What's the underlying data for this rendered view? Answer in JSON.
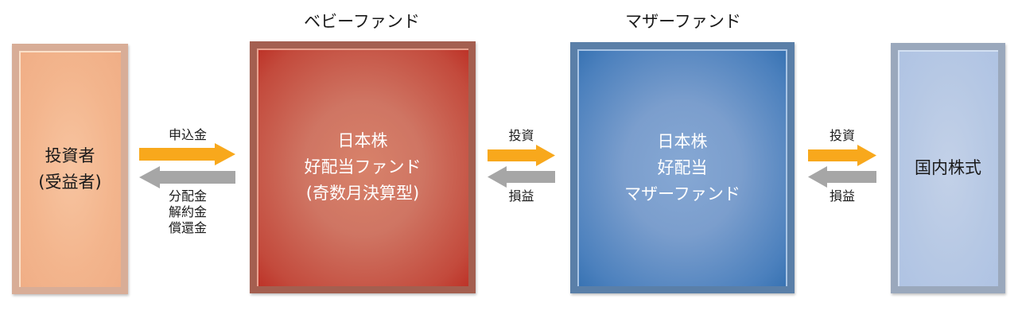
{
  "headers": {
    "baby_fund": "ベビーファンド",
    "mother_fund": "マザーファンド"
  },
  "boxes": {
    "investor": {
      "label": "投資者\n(受益者)",
      "color": "#f3b58d"
    },
    "baby_fund": {
      "label": "日本株\n好配当ファンド\n(奇数月決算型)",
      "color": "#c34a3c"
    },
    "mother_fund": {
      "label": "日本株\n好配当\nマザーファンド",
      "color": "#4b80bd"
    },
    "domestic_stocks": {
      "label": "国内株式",
      "color": "#b6c8e4"
    }
  },
  "flows": [
    {
      "from": "investor",
      "to": "baby_fund",
      "forward_label": "申込金",
      "backward_label": "分配金\n解約金\n償還金"
    },
    {
      "from": "baby_fund",
      "to": "mother_fund",
      "forward_label": "投資",
      "backward_label": "損益"
    },
    {
      "from": "mother_fund",
      "to": "domestic_stocks",
      "forward_label": "投資",
      "backward_label": "損益"
    }
  ],
  "colors": {
    "forward_arrow": "#f8a81c",
    "backward_arrow": "#a6a6a6"
  }
}
